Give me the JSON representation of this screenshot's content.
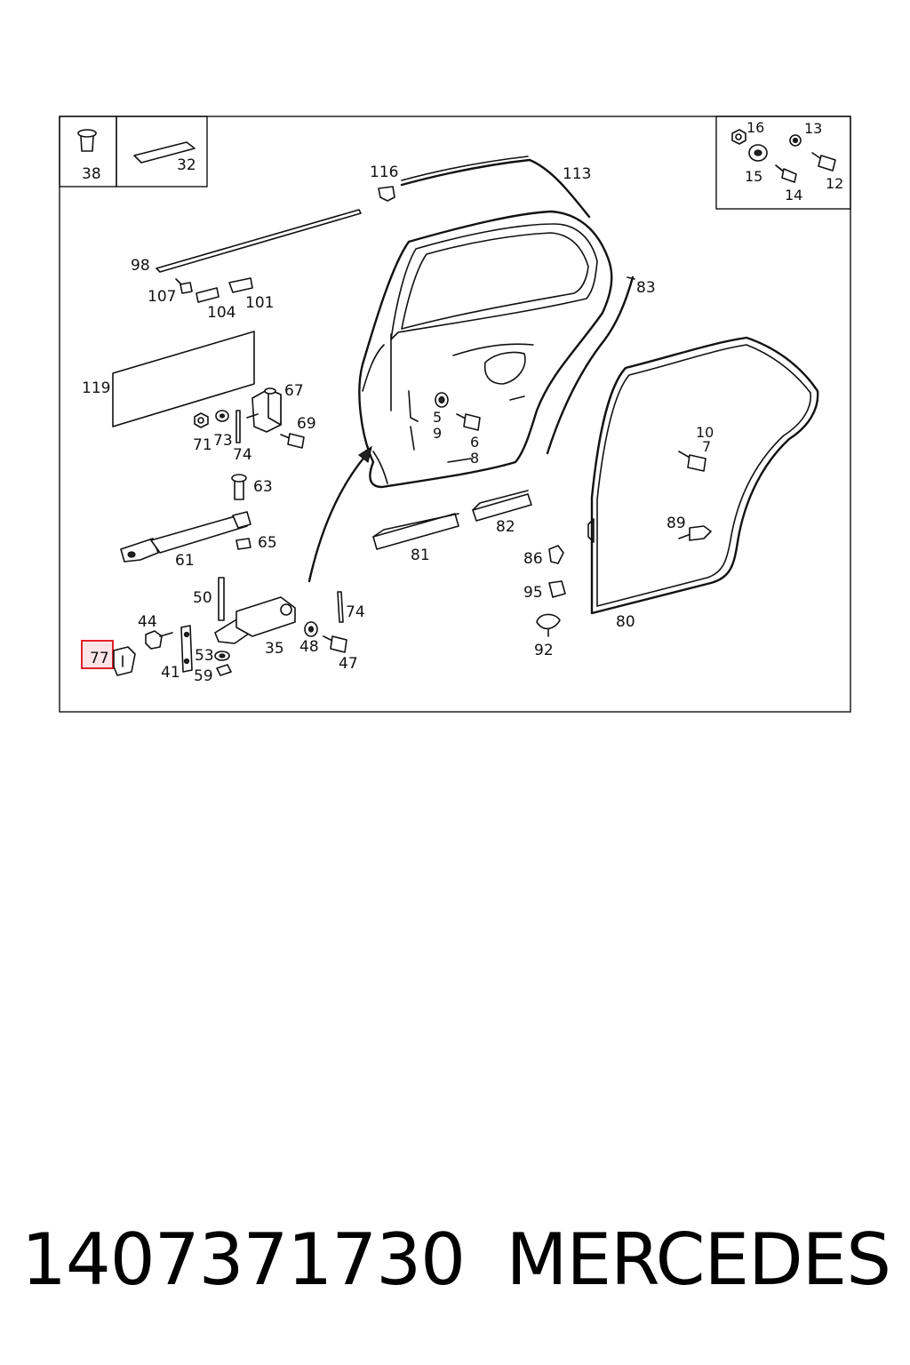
{
  "labels": {
    "p38": "38",
    "p32": "32",
    "p116": "116",
    "p113": "113",
    "p16": "16",
    "p13": "13",
    "p15": "15",
    "p14": "14",
    "p12": "12",
    "p98": "98",
    "p107": "107",
    "p104": "104",
    "p101": "101",
    "p83": "83",
    "p119": "119",
    "p67": "67",
    "p69": "69",
    "p71": "71",
    "p73": "73",
    "p74a": "74",
    "p5": "5",
    "p9": "9",
    "p6": "6",
    "p8": "8",
    "p10": "10",
    "p7": "7",
    "p63": "63",
    "p61": "61",
    "p65": "65",
    "p81": "81",
    "p82": "82",
    "p89": "89",
    "p86": "86",
    "p95": "95",
    "p92": "92",
    "p80": "80",
    "p50": "50",
    "p74b": "74",
    "p44": "44",
    "p41": "41",
    "p53": "53",
    "p59": "59",
    "p35": "35",
    "p48": "48",
    "p47": "47",
    "p77": "77"
  },
  "highlight": {
    "label": "77",
    "color": "#e0202a",
    "fill": "#fde4e6"
  },
  "footer": {
    "part_number": "1407371730",
    "brand": "MERCEDES"
  }
}
